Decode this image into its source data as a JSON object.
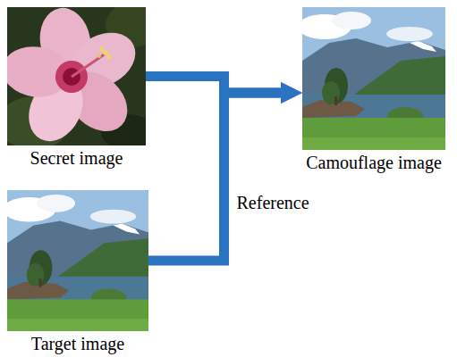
{
  "diagram": {
    "nodes": [
      {
        "text": [
          "Secret image"
        ]
      },
      {
        "text": [
          "Camouflage image"
        ]
      },
      {
        "text": [
          "Target image"
        ]
      }
    ],
    "edges": [
      {
        "from": 0,
        "to": 1,
        "arrow": "to"
      },
      {
        "from": 2,
        "to": 1,
        "label": "Reference",
        "arrow": "to"
      }
    ]
  }
}
